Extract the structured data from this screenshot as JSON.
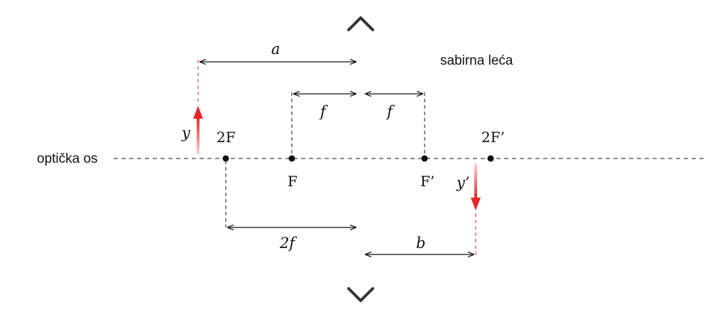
{
  "diagram": {
    "axis_label": "optička os",
    "lens_label": "sabirna leća",
    "distance_labels": {
      "object_distance": "a",
      "image_distance": "b",
      "focal_left": "f",
      "focal_right": "f",
      "double_focal": "2f"
    },
    "point_labels": {
      "left_2f": "2F",
      "left_f": "F",
      "right_f": "F’",
      "right_2f": "2F’"
    },
    "object_label": "y",
    "image_label": "y’",
    "colors": {
      "ink": "#111111",
      "object_arrow": "#e8242a",
      "lens_dark": "#333333",
      "lens_light": "#dddddd"
    }
  }
}
